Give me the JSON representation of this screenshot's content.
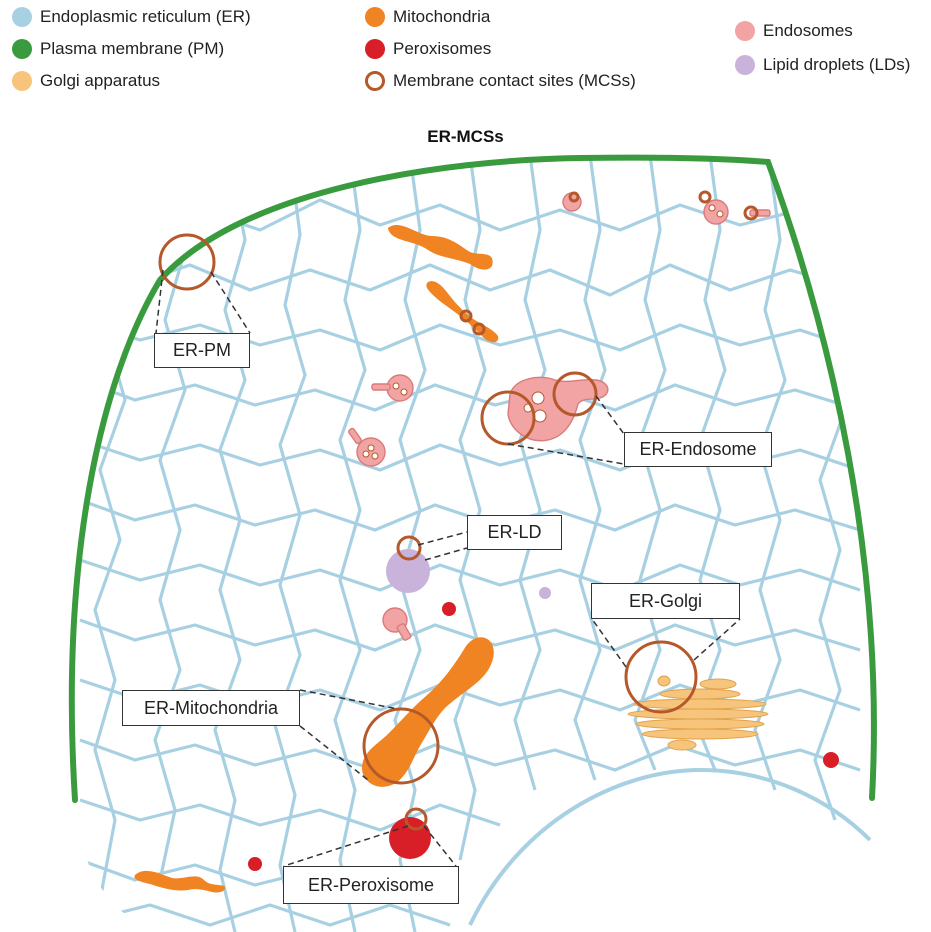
{
  "legend": [
    {
      "label": "Endoplasmic reticulum (ER)",
      "color": "#a8d0e3",
      "icon": "filled-dot"
    },
    {
      "label": "Plasma membrane (PM)",
      "color": "#3a9b3e",
      "icon": "filled-dot"
    },
    {
      "label": "Golgi apparatus",
      "color": "#f7c47c",
      "icon": "filled-dot"
    },
    {
      "label": "Mitochondria",
      "color": "#f08423",
      "icon": "filled-dot"
    },
    {
      "label": "Peroxisomes",
      "color": "#d81f27",
      "icon": "filled-dot"
    },
    {
      "label": "Membrane contact sites (MCSs)",
      "color": "#b5582a",
      "icon": "ring"
    },
    {
      "label": "Endosomes",
      "color": "#f2a3a3",
      "icon": "filled-dot"
    },
    {
      "label": "Lipid droplets (LDs)",
      "color": "#c9b3da",
      "icon": "filled-dot"
    }
  ],
  "title": "ER-MCSs",
  "callouts": {
    "er_pm": "ER-PM",
    "er_endosome": "ER-Endosome",
    "er_ld": "ER-LD",
    "er_golgi": "ER-Golgi",
    "er_mitochondria": "ER-Mitochondria",
    "er_peroxisome": "ER-Peroxisome"
  }
}
